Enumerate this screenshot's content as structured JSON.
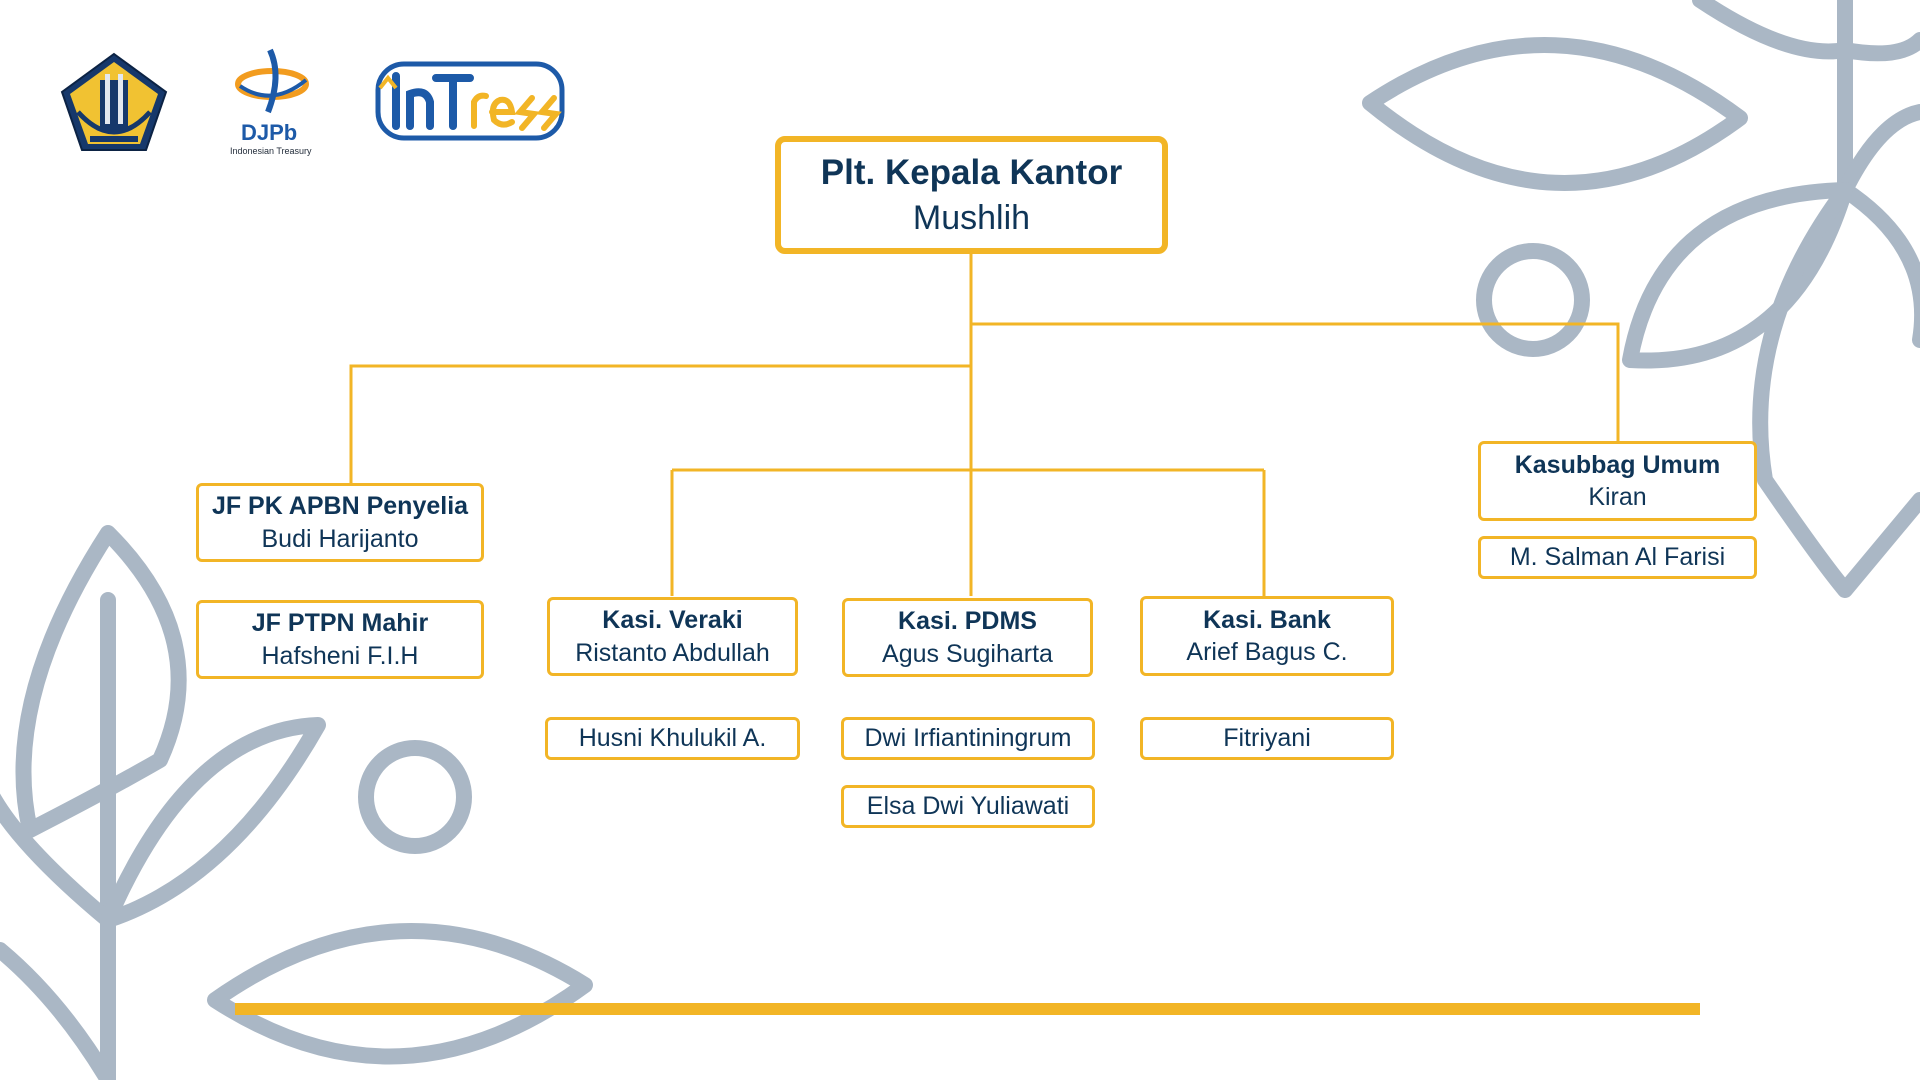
{
  "colors": {
    "accent": "#f2b526",
    "text": "#0f3557",
    "decor": "#aab7c5"
  },
  "logos": {
    "kemenkeu": {
      "icon": "kemenkeu-emblem-icon"
    },
    "djpb": {
      "icon": "djpb-logo-icon",
      "label": "DJPb",
      "sub": "Indonesian Treasury"
    },
    "intress": {
      "icon": "intress-logo-icon",
      "wordmark": "InTress"
    }
  },
  "org": {
    "head": {
      "title": "Plt. Kepala Kantor",
      "name": "Mushlih"
    },
    "jf_apbn": {
      "title": "JF PK APBN Penyelia",
      "name": "Budi Harijanto"
    },
    "jf_ptpn": {
      "title": "JF PTPN Mahir",
      "name": "Hafsheni F.I.H"
    },
    "veraki": {
      "title": "Kasi. Veraki",
      "name": "Ristanto Abdullah",
      "staff": [
        "Husni Khulukil A."
      ]
    },
    "pdms": {
      "title": "Kasi. PDMS",
      "name": "Agus Sugiharta",
      "staff": [
        "Dwi Irfiantiningrum",
        "Elsa Dwi Yuliawati"
      ]
    },
    "bank": {
      "title": "Kasi. Bank",
      "name": "Arief Bagus C.",
      "staff": [
        "Fitriyani"
      ]
    },
    "umum": {
      "title": "Kasubbag Umum",
      "name": "Kiran",
      "staff": [
        "M. Salman Al Farisi"
      ]
    }
  }
}
